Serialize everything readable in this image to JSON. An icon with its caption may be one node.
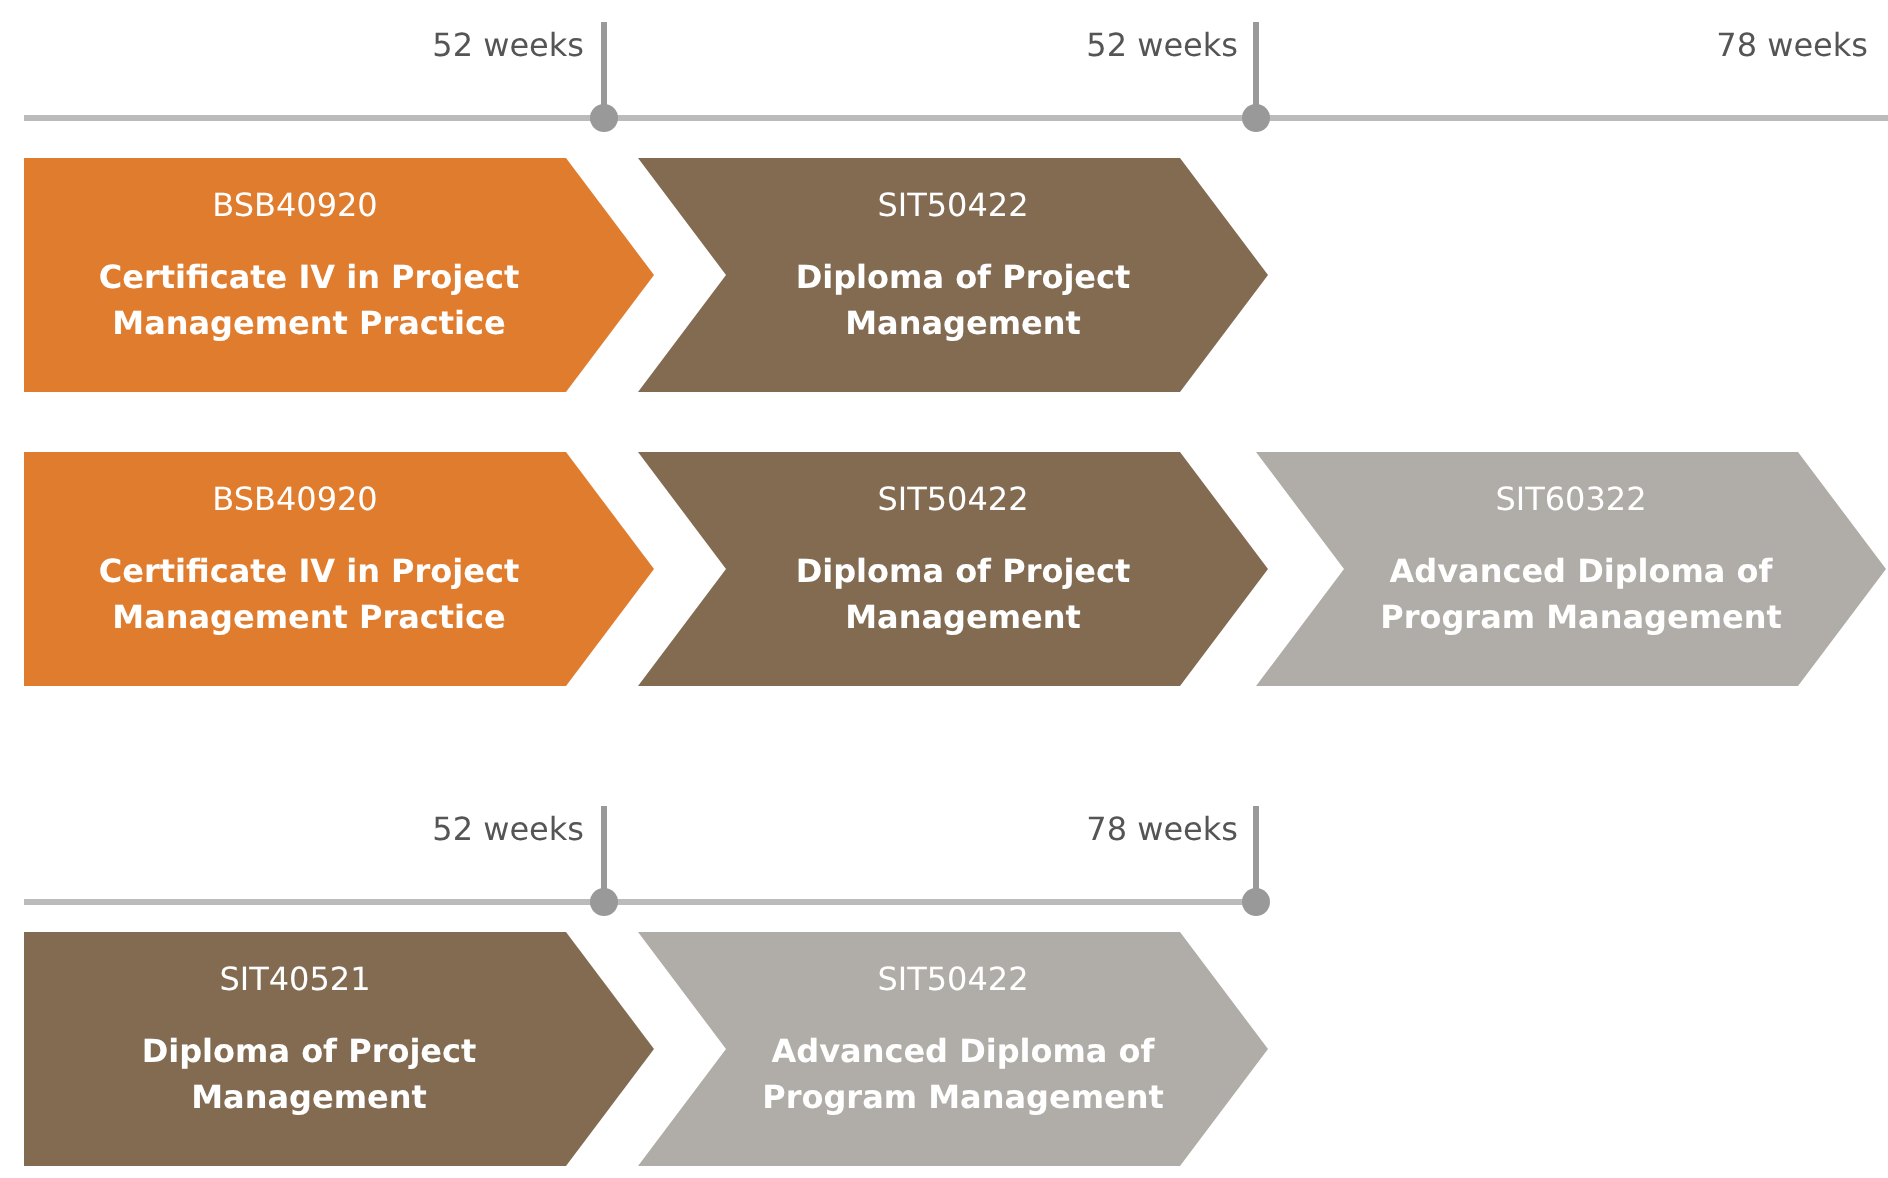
{
  "diagram": {
    "nodes": [
      {
        "text": [
          "BSB40920",
          "Certificate IV in Project Management Practice"
        ]
      },
      {
        "text": [
          "SIT50422",
          "Diploma of Project Management"
        ]
      },
      {
        "text": [
          "BSB40920",
          "Certificate IV in Project Management Practice"
        ]
      },
      {
        "text": [
          "SIT50422",
          "Diploma of Project Management"
        ]
      },
      {
        "text": [
          "SIT60322",
          "Advanced Diploma of Program Management"
        ]
      },
      {
        "text": [
          "SIT40521",
          "Diploma of Project Management"
        ]
      },
      {
        "text": [
          "SIT50422",
          "Advanced Diploma of Program Management"
        ]
      }
    ],
    "labels": [
      "52 weeks",
      "52 weeks",
      "78 weeks",
      "52 weeks",
      "78 weeks"
    ]
  }
}
